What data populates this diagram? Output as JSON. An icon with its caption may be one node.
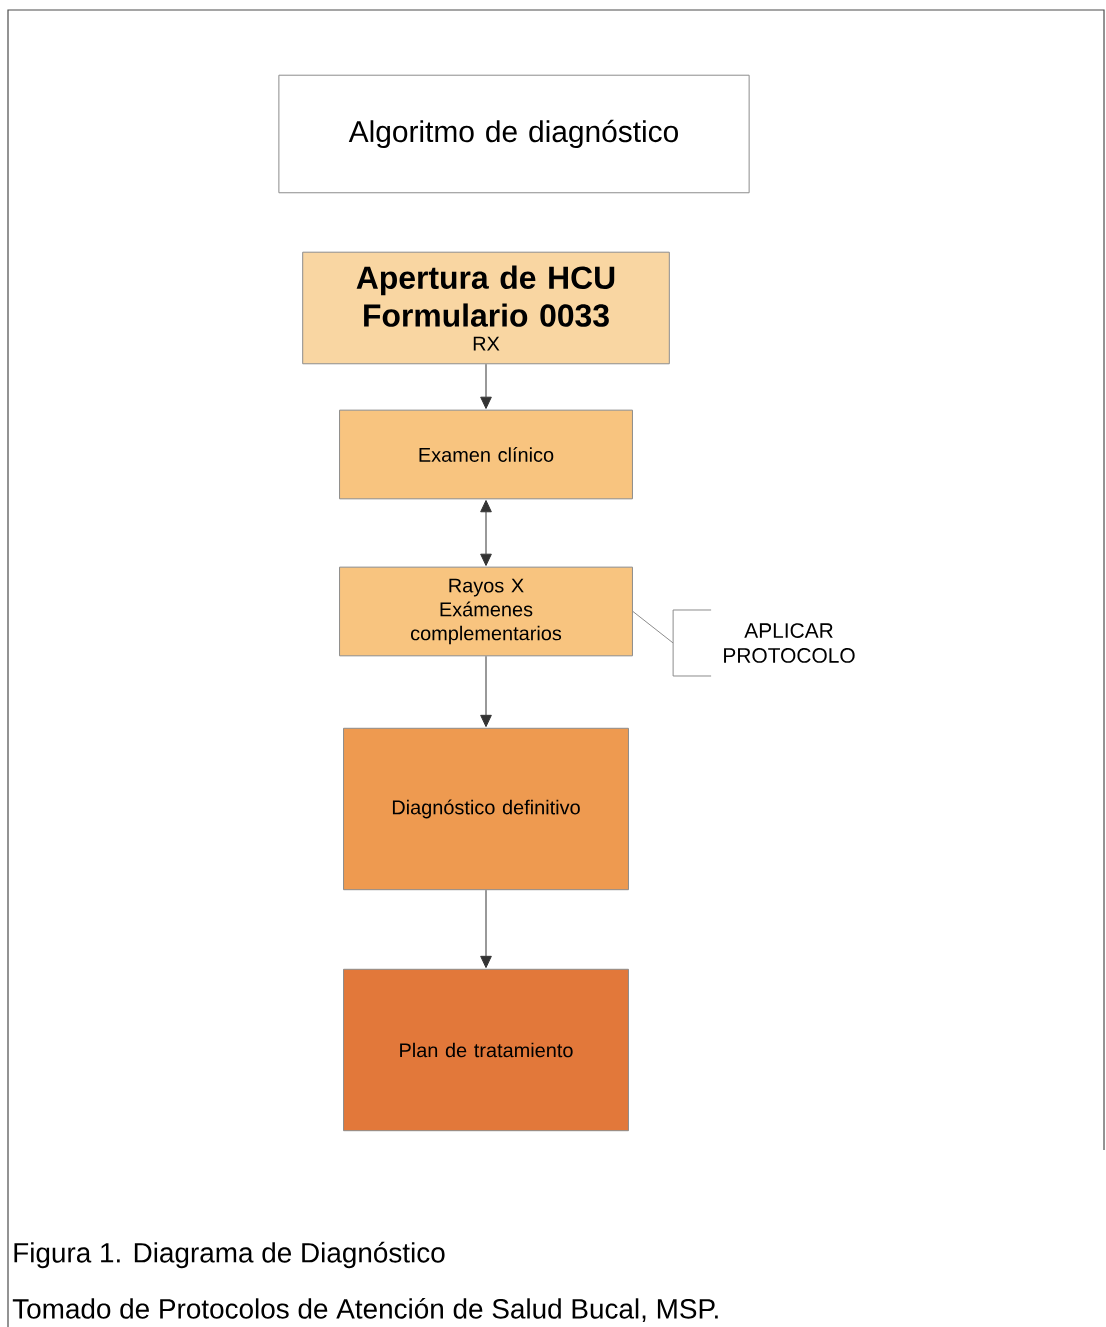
{
  "diagram": {
    "caption": "Figura 1. Diagrama de Diagnóstico",
    "nodes": [
      {
        "text": [
          "Algoritmo de diagnóstico"
        ]
      },
      {
        "text": [
          "Apertura de HCU Formulario 0033",
          "RX"
        ]
      },
      {
        "text": [
          "Examen clínico"
        ]
      },
      {
        "text": [
          "Rayos X Exámenes complementarios"
        ]
      },
      {
        "text": [
          "Diagnóstico definitivo"
        ]
      },
      {
        "text": [
          "Plan de tratamiento"
        ]
      },
      {
        "text": [
          "APLICAR PROTOCOLO"
        ]
      }
    ],
    "edges": [
      {
        "from": 1,
        "to": 2,
        "arrow": "to"
      },
      {
        "from": 2,
        "to": 3,
        "arrow": "both"
      },
      {
        "from": 3,
        "to": 4,
        "arrow": "to"
      },
      {
        "from": 4,
        "to": 5,
        "arrow": "to"
      },
      {
        "from": 3,
        "to": 6,
        "arrow": "none"
      }
    ],
    "labels": [
      "Tomado de Protocolos de Atención de Salud Bucal, MSP."
    ]
  }
}
